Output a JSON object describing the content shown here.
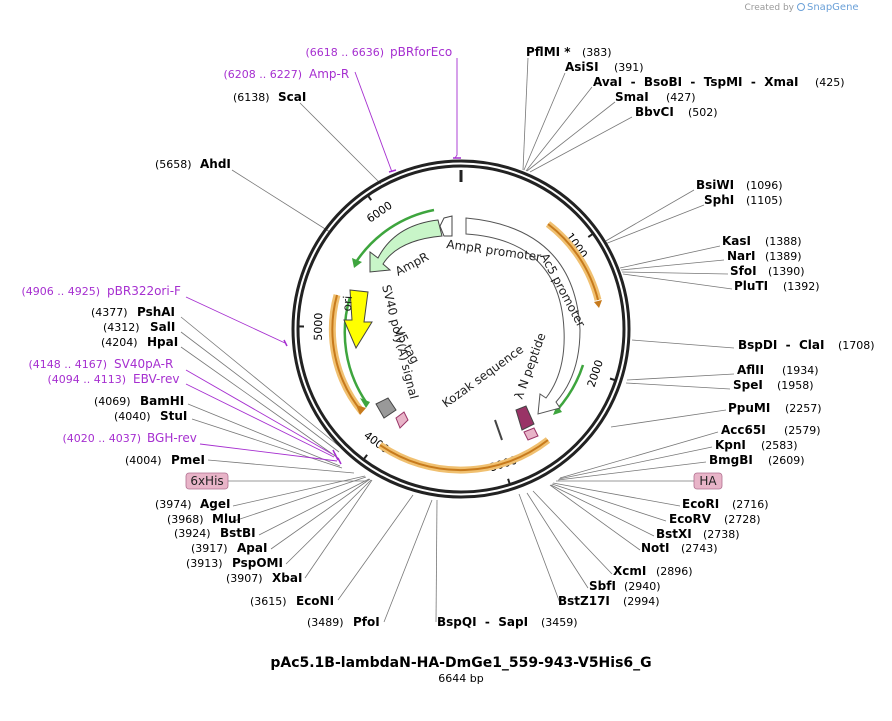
{
  "brand": {
    "created_by": "Created by",
    "name": "SnapGene"
  },
  "plasmid": {
    "name": "pAc5.1B-lambdaN-HA-DmGe1_559-943-V5His6_G",
    "length_label": "6644 bp",
    "length": 6644
  },
  "ticks": [
    "1000",
    "2000",
    "3000",
    "4000",
    "5000",
    "6000"
  ],
  "tags": [
    {
      "label": "6xHis",
      "fill": "#e8b4c8"
    },
    {
      "label": "HA",
      "fill": "#e8b4c8"
    }
  ],
  "features": [
    {
      "label": "AmpR",
      "color": "#c8f5c8"
    },
    {
      "label": "AmpR promoter",
      "color": "#ffffff"
    },
    {
      "label": "Ac5 promoter",
      "color": "#ffffff"
    },
    {
      "label": "ori",
      "color": "#ffff00"
    },
    {
      "label": "SV40 poly(A) signal",
      "color": "#ffffff"
    },
    {
      "label": "V5 tag",
      "color": "#999999"
    },
    {
      "label": "Kozak sequence",
      "color": "#ffffff"
    },
    {
      "label": "λ N peptide",
      "color": "#993366"
    }
  ],
  "primers": [
    {
      "range": "(6618 .. 6636)",
      "name": "pBRforEco"
    },
    {
      "range": "(6208 .. 6227)",
      "name": "Amp-R"
    },
    {
      "range": "(4906 .. 4925)",
      "name": "pBR322ori-F"
    },
    {
      "range": "(4148 .. 4167)",
      "name": "SV40pA-R"
    },
    {
      "range": "(4094 .. 4113)",
      "name": "EBV-rev"
    },
    {
      "range": "(4020 .. 4037)",
      "name": "BGH-rev"
    }
  ],
  "sites_right": [
    {
      "name": "PflMI *",
      "pos": "(383)"
    },
    {
      "name": "AsiSI",
      "pos": "(391)"
    },
    {
      "name": "AvaI  -  BsoBI  -  TspMI  -  XmaI",
      "pos": "(425)"
    },
    {
      "name": "SmaI",
      "pos": "(427)"
    },
    {
      "name": "BbvCI",
      "pos": "(502)"
    },
    {
      "name": "BsiWI",
      "pos": "(1096)"
    },
    {
      "name": "SphI",
      "pos": "(1105)"
    },
    {
      "name": "KasI",
      "pos": "(1388)"
    },
    {
      "name": "NarI",
      "pos": "(1389)"
    },
    {
      "name": "SfoI",
      "pos": "(1390)"
    },
    {
      "name": "PluTI",
      "pos": "(1392)"
    },
    {
      "name": "BspDI  -  ClaI",
      "pos": "(1708)"
    },
    {
      "name": "AflII",
      "pos": "(1934)"
    },
    {
      "name": "SpeI",
      "pos": "(1958)"
    },
    {
      "name": "PpuMI",
      "pos": "(2257)"
    },
    {
      "name": "Acc65I",
      "pos": "(2579)"
    },
    {
      "name": "KpnI",
      "pos": "(2583)"
    },
    {
      "name": "BmgBI",
      "pos": "(2609)"
    },
    {
      "name": "EcoRI",
      "pos": "(2716)"
    },
    {
      "name": "EcoRV",
      "pos": "(2728)"
    },
    {
      "name": "BstXI",
      "pos": "(2738)"
    },
    {
      "name": "NotI",
      "pos": "(2743)"
    },
    {
      "name": "XcmI",
      "pos": "(2896)"
    },
    {
      "name": "SbfI",
      "pos": "(2940)"
    },
    {
      "name": "BstZ17I",
      "pos": "(2994)"
    }
  ],
  "sites_left": [
    {
      "name": "ScaI",
      "pos": "(6138)"
    },
    {
      "name": "AhdI",
      "pos": "(5658)"
    },
    {
      "name": "PshAI",
      "pos": "(4377)"
    },
    {
      "name": "SalI",
      "pos": "(4312)"
    },
    {
      "name": "HpaI",
      "pos": "(4204)"
    },
    {
      "name": "BamHI",
      "pos": "(4069)"
    },
    {
      "name": "StuI",
      "pos": "(4040)"
    },
    {
      "name": "PmeI",
      "pos": "(4004)"
    },
    {
      "name": "AgeI",
      "pos": "(3974)"
    },
    {
      "name": "MluI",
      "pos": "(3968)"
    },
    {
      "name": "BstBI",
      "pos": "(3924)"
    },
    {
      "name": "ApaI",
      "pos": "(3917)"
    },
    {
      "name": "PspOMI",
      "pos": "(3913)"
    },
    {
      "name": "XbaI",
      "pos": "(3907)"
    },
    {
      "name": "EcoNI",
      "pos": "(3615)"
    },
    {
      "name": "PfoI",
      "pos": "(3489)"
    },
    {
      "name": "BspQI  -  SapI",
      "pos": "(3459)"
    }
  ]
}
